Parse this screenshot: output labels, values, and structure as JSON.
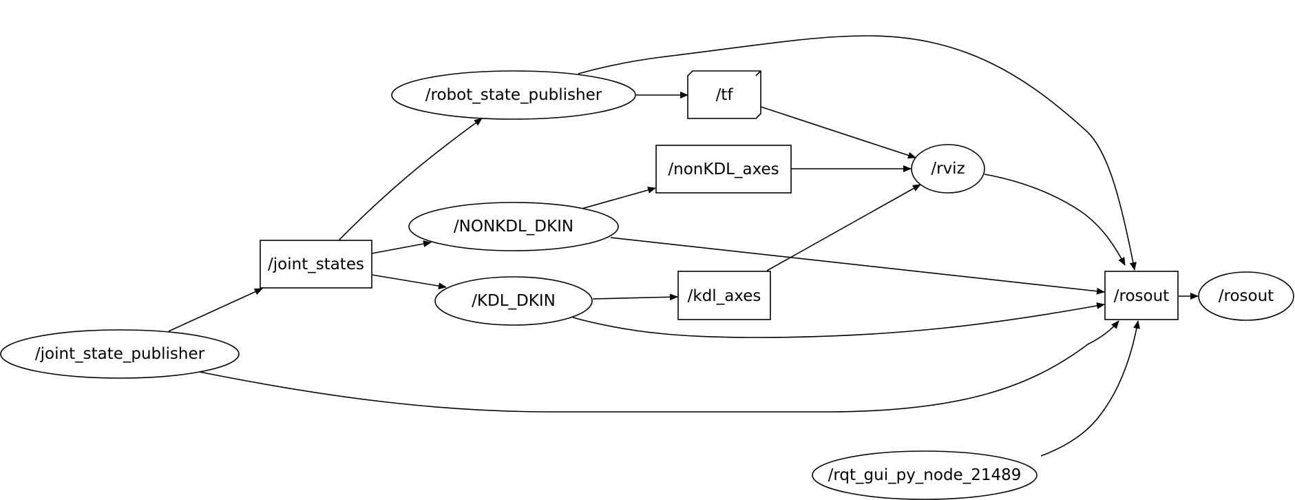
{
  "graph": {
    "nodes": {
      "joint_state_publisher": "/joint_state_publisher",
      "joint_states": "/joint_states",
      "robot_state_publisher": "/robot_state_publisher",
      "tf": "/tf",
      "nonkdl_axes": "/nonKDL_axes",
      "nonkdl_dkin": "/NONKDL_DKIN",
      "kdl_dkin": "/KDL_DKIN",
      "kdl_axes": "/kdl_axes",
      "rviz": "/rviz",
      "rosout_topic": "/rosout",
      "rosout_node": "/rosout",
      "rqt_gui": "/rqt_gui_py_node_21489"
    },
    "edges": [
      {
        "from": "joint_state_publisher",
        "to": "joint_states"
      },
      {
        "from": "joint_state_publisher",
        "to": "rosout_topic"
      },
      {
        "from": "joint_states",
        "to": "robot_state_publisher"
      },
      {
        "from": "joint_states",
        "to": "nonkdl_dkin"
      },
      {
        "from": "joint_states",
        "to": "kdl_dkin"
      },
      {
        "from": "robot_state_publisher",
        "to": "tf"
      },
      {
        "from": "robot_state_publisher",
        "to": "rosout_topic"
      },
      {
        "from": "tf",
        "to": "rviz"
      },
      {
        "from": "nonkdl_dkin",
        "to": "nonkdl_axes"
      },
      {
        "from": "nonkdl_dkin",
        "to": "rosout_topic"
      },
      {
        "from": "nonkdl_axes",
        "to": "rviz"
      },
      {
        "from": "kdl_dkin",
        "to": "kdl_axes"
      },
      {
        "from": "kdl_dkin",
        "to": "rosout_topic"
      },
      {
        "from": "kdl_axes",
        "to": "rviz"
      },
      {
        "from": "rviz",
        "to": "rosout_topic"
      },
      {
        "from": "rqt_gui",
        "to": "rosout_topic"
      },
      {
        "from": "rosout_topic",
        "to": "rosout_node"
      }
    ]
  }
}
